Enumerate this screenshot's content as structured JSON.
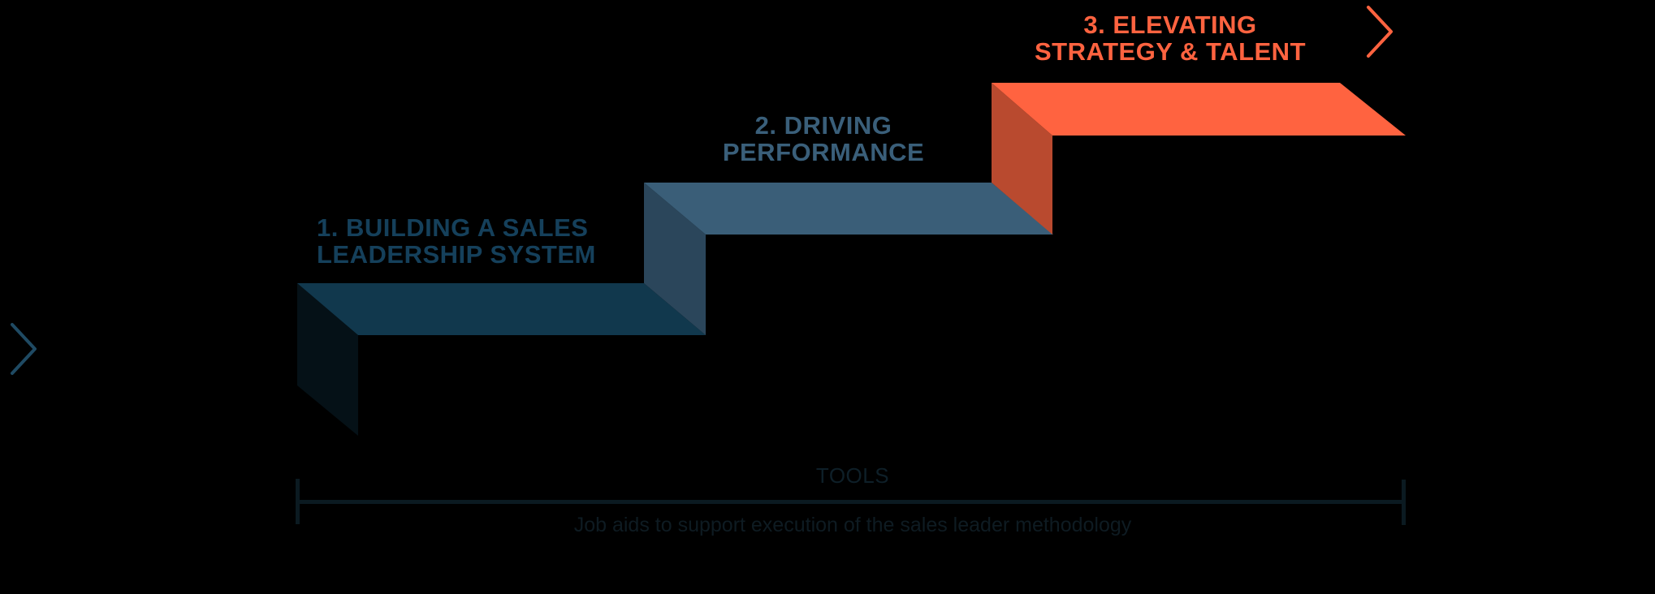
{
  "diagram": {
    "stages": [
      {
        "number": "1",
        "line1": "1. BUILDING A SALES",
        "line2": "LEADERSHIP SYSTEM",
        "color": "#15405b"
      },
      {
        "number": "2",
        "line1": "2. DRIVING",
        "line2": "PERFORMANCE",
        "color": "#3a5f7a"
      },
      {
        "number": "3",
        "line1": "3. ELEVATING",
        "line2": "STRATEGY & TALENT",
        "color": "#ff6340"
      }
    ],
    "tools": {
      "title": "TOOLS",
      "description": "Job aids to support execution of the sales leader methodology"
    },
    "navigation": {
      "prev_icon": "chevron-right-icon",
      "next_icon": "chevron-right-icon"
    },
    "colors": {
      "background": "#000000",
      "step1_top": "#11384d",
      "step1_side": "#051117",
      "step2_top": "#3a5e78",
      "step2_side": "#2b465b",
      "step3_top": "#ff6340",
      "step3_side": "#b94a2f",
      "tools_line": "#0b1a21",
      "left_chevron": "#1f4a63",
      "right_chevron": "#ff6340"
    }
  }
}
